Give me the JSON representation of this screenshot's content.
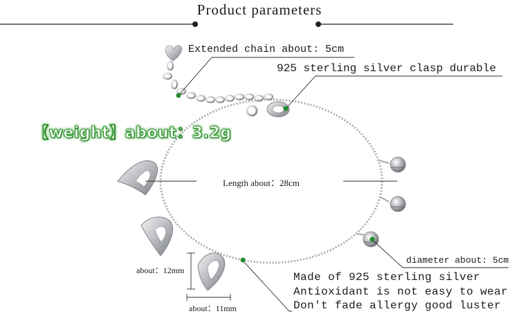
{
  "header": {
    "title": "Product parameters"
  },
  "callouts": {
    "weight": "【weight】about：3.2g",
    "extended_chain": "Extended chain about: 5cm",
    "clasp": "925 sterling silver clasp durable",
    "length": "Length about：28cm",
    "diameter": "diameter about: 5cm",
    "charm_height": "about：12mm",
    "charm_width": "about：11mm"
  },
  "features": [
    "Made of 925 sterling silver",
    "Antioxidant is not easy to wear",
    "Don't fade allergy good luster"
  ],
  "colors": {
    "accent_dot": "#1e8c2a",
    "weight_glow": "#41a83d",
    "silver": "#c9cbcf",
    "line": "#2b2b2b"
  }
}
